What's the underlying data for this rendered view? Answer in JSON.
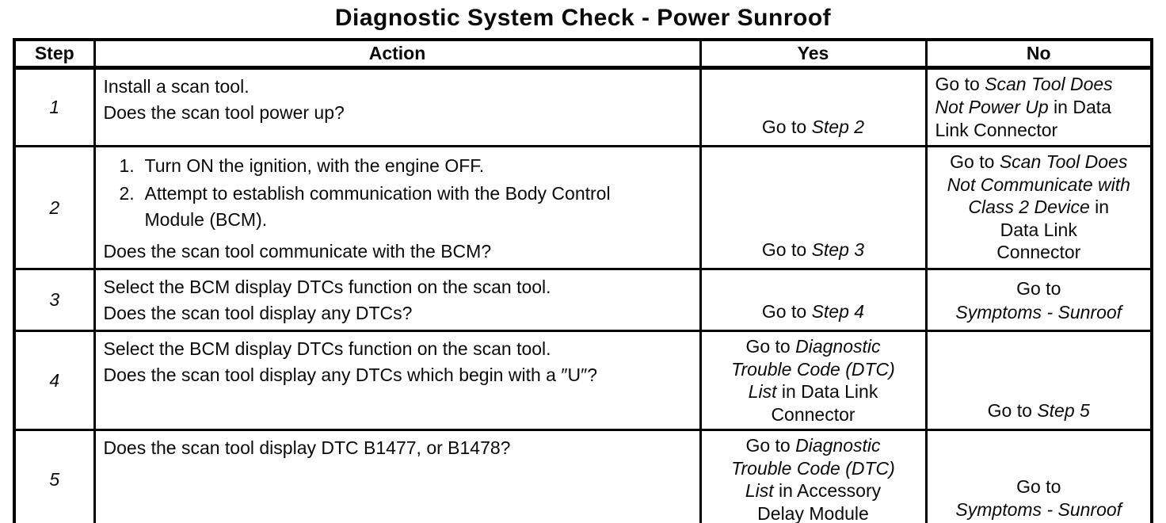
{
  "page": {
    "title": "Diagnostic System Check - Power Sunroof"
  },
  "table": {
    "headers": {
      "step": "Step",
      "action": "Action",
      "yes": "Yes",
      "no": "No"
    },
    "rows": [
      {
        "step": "1",
        "action_lines": [
          "Install a scan tool.",
          "Does the scan tool power up?"
        ],
        "yes": [
          [
            {
              "t": "Go to ",
              "i": false
            },
            {
              "t": "Step 2",
              "i": true
            }
          ]
        ],
        "no": [
          [
            {
              "t": "Go to ",
              "i": false
            },
            {
              "t": "Scan Tool Does",
              "i": true
            }
          ],
          [
            {
              "t": "Not Power Up",
              "i": true
            },
            {
              "t": " in Data",
              "i": false
            }
          ],
          [
            {
              "t": "Link Connector",
              "i": false
            }
          ]
        ]
      },
      {
        "step": "2",
        "action_list": [
          {
            "num": "1.",
            "lines": [
              "Turn ON the ignition, with the engine OFF."
            ]
          },
          {
            "num": "2.",
            "lines": [
              "Attempt to establish communication with the Body Control",
              "Module (BCM)."
            ]
          }
        ],
        "action_question": "Does the scan tool communicate with the BCM?",
        "yes": [
          [
            {
              "t": "Go to ",
              "i": false
            },
            {
              "t": "Step 3",
              "i": true
            }
          ]
        ],
        "no": [
          [
            {
              "t": "Go to ",
              "i": false
            },
            {
              "t": "Scan Tool Does",
              "i": true
            }
          ],
          [
            {
              "t": "Not Communicate with",
              "i": true
            }
          ],
          [
            {
              "t": "Class 2 Device",
              "i": true
            },
            {
              "t": " in",
              "i": false
            }
          ],
          [
            {
              "t": "Data Link",
              "i": false
            }
          ],
          [
            {
              "t": "Connector",
              "i": false
            }
          ]
        ]
      },
      {
        "step": "3",
        "action_lines": [
          "Select the BCM display DTCs function on the scan tool.",
          "Does the scan tool display any DTCs?"
        ],
        "yes": [
          [
            {
              "t": "Go to ",
              "i": false
            },
            {
              "t": "Step 4",
              "i": true
            }
          ]
        ],
        "no": [
          [
            {
              "t": "Go to",
              "i": false
            }
          ],
          [
            {
              "t": "Symptoms - Sunroof",
              "i": true
            }
          ]
        ]
      },
      {
        "step": "4",
        "action_lines": [
          "Select the BCM display DTCs function on the scan tool.",
          "Does the scan tool display any DTCs which begin with a ″U″?"
        ],
        "yes": [
          [
            {
              "t": "Go to ",
              "i": false
            },
            {
              "t": "Diagnostic",
              "i": true
            }
          ],
          [
            {
              "t": "Trouble Code (DTC)",
              "i": true
            }
          ],
          [
            {
              "t": "List",
              "i": true
            },
            {
              "t": " in Data Link",
              "i": false
            }
          ],
          [
            {
              "t": "Connector",
              "i": false
            }
          ]
        ],
        "no": [
          [
            {
              "t": "Go to ",
              "i": false
            },
            {
              "t": "Step 5",
              "i": true
            }
          ]
        ]
      },
      {
        "step": "5",
        "action_lines": [
          "Does the scan tool display DTC B1477, or B1478?"
        ],
        "yes": [
          [
            {
              "t": "Go to ",
              "i": false
            },
            {
              "t": "Diagnostic",
              "i": true
            }
          ],
          [
            {
              "t": "Trouble Code (DTC)",
              "i": true
            }
          ],
          [
            {
              "t": "List",
              "i": true
            },
            {
              "t": " in Accessory",
              "i": false
            }
          ],
          [
            {
              "t": "Delay Module",
              "i": false
            }
          ]
        ],
        "no": [
          [
            {
              "t": "Go to",
              "i": false
            }
          ],
          [
            {
              "t": "Symptoms - Sunroof",
              "i": true
            }
          ]
        ]
      }
    ]
  }
}
